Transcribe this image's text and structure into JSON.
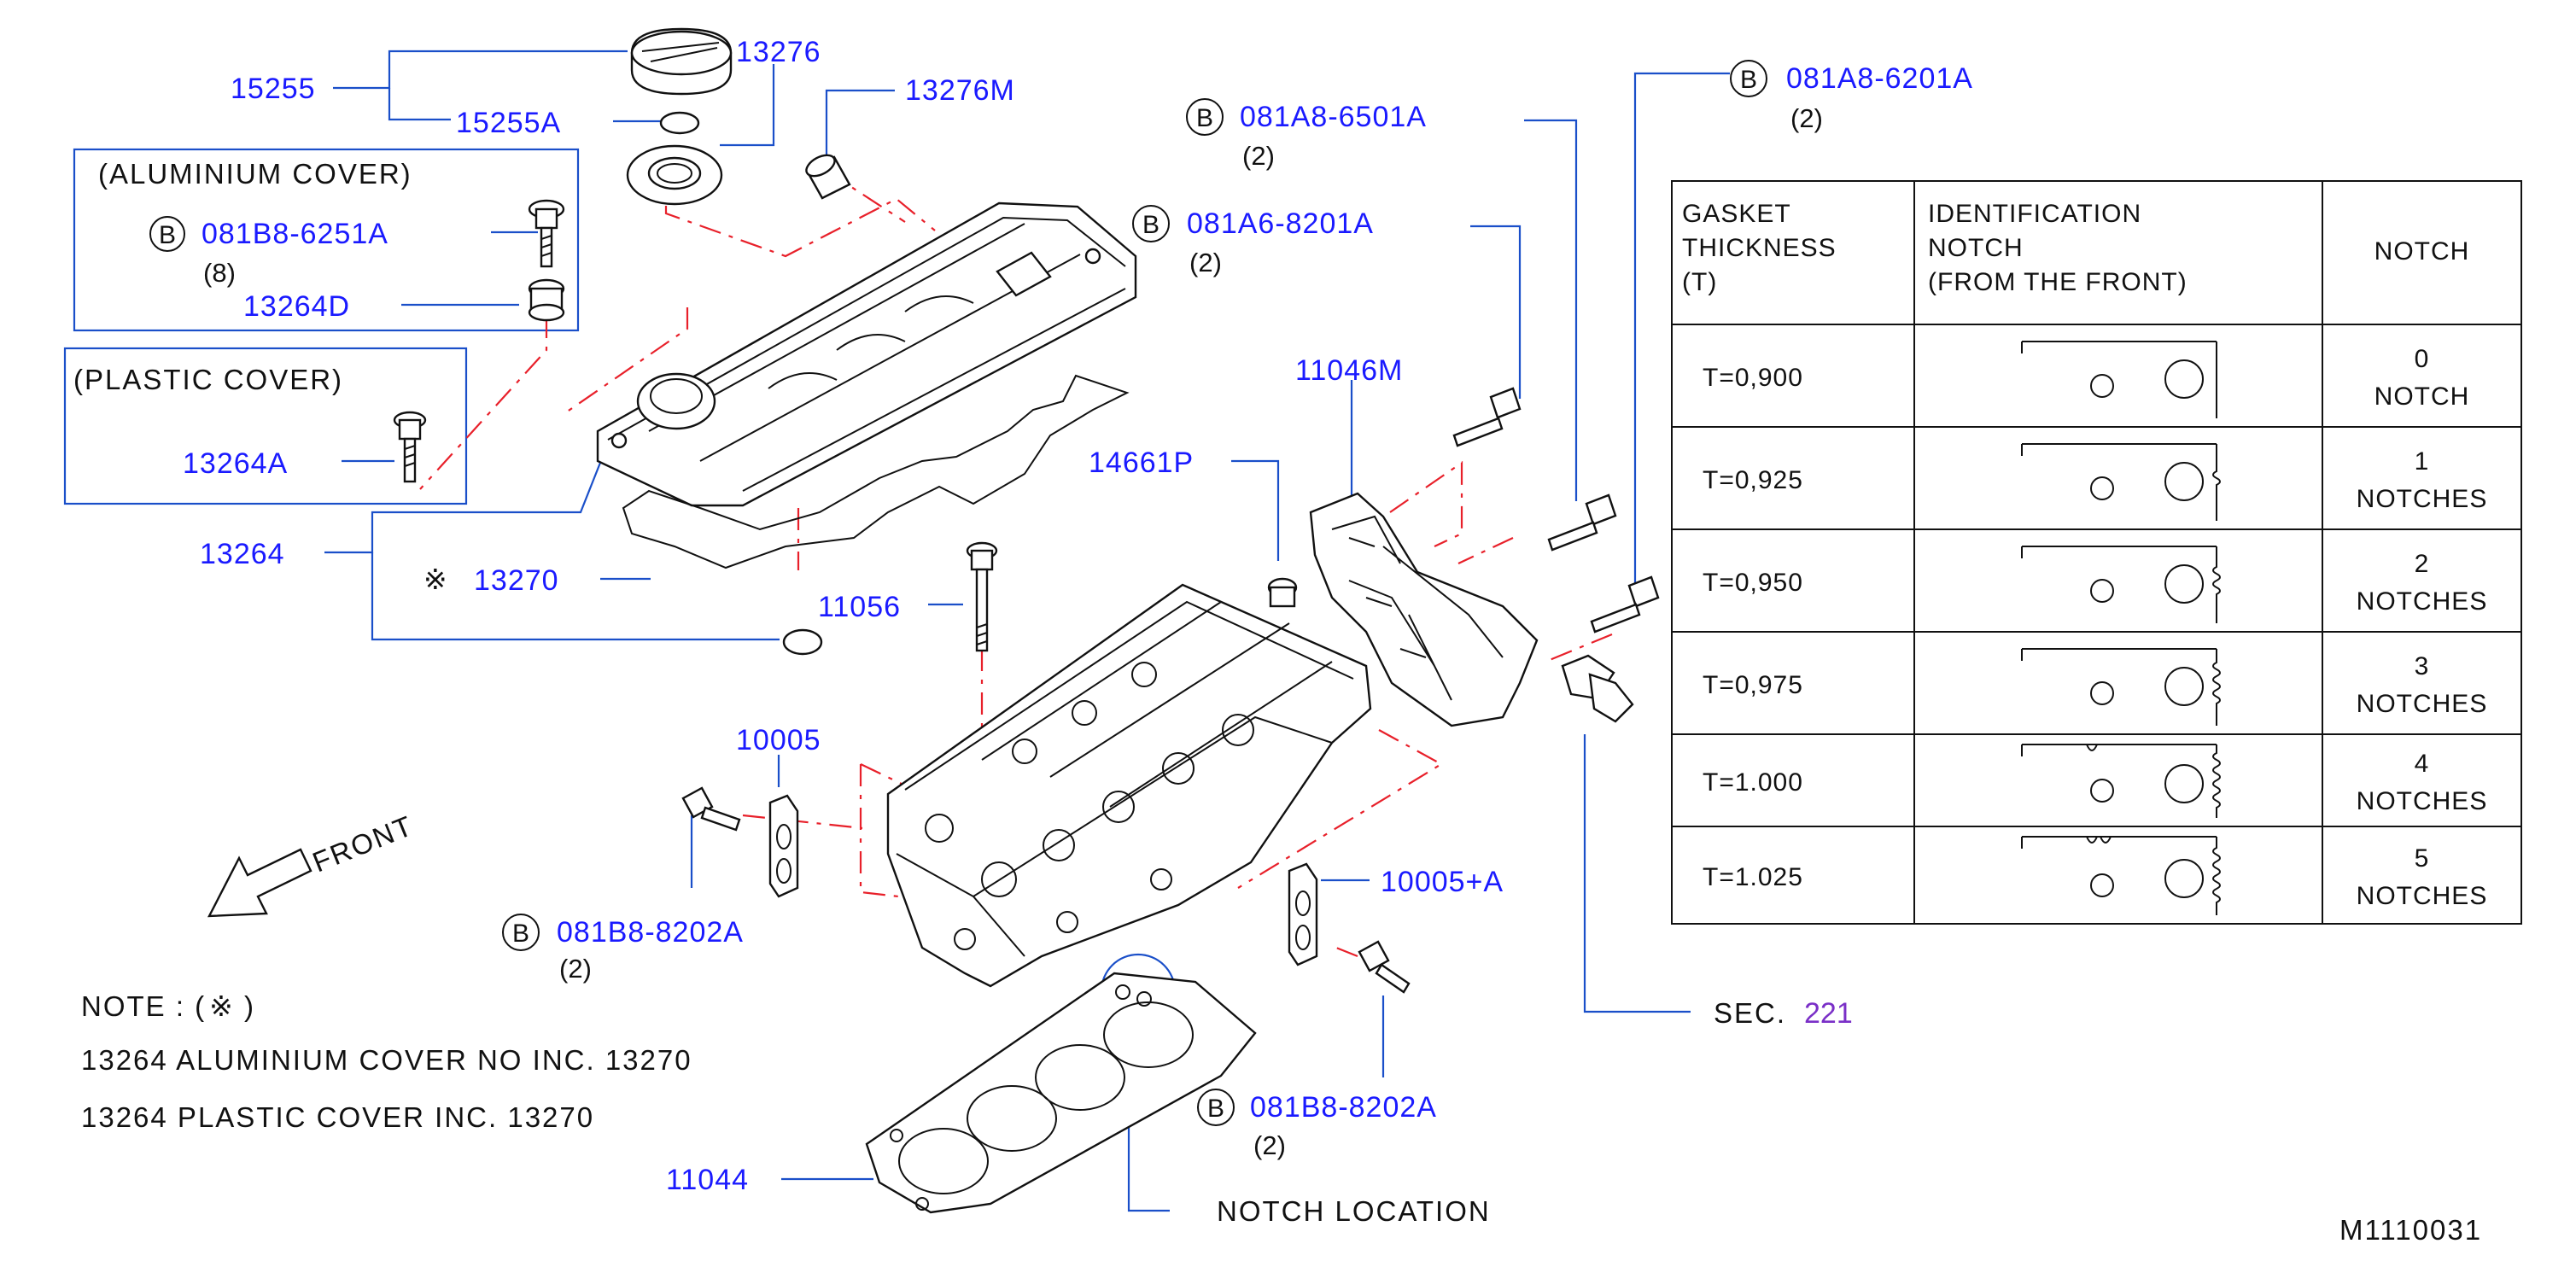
{
  "labels": {
    "p15255": "15255",
    "p15255a": "15255A",
    "p13276": "13276",
    "p13276m": "13276M",
    "alu_cover": "(ALUMINIUM  COVER)",
    "alu_bolt": "081B8-6251A",
    "alu_bolt_qty": "(8)",
    "p13264d": "13264D",
    "plastic_cover": "(PLASTIC  COVER)",
    "p13264a": "13264A",
    "p13264": "13264",
    "p13270": "13270",
    "p11056": "11056",
    "p10005": "10005",
    "p081b8_8202a_l": "081B8-8202A",
    "p081b8_8202a_l_qty": "(2)",
    "p081a8_6501a": "081A8-6501A",
    "p081a8_6501a_qty": "(2)",
    "p081a6_8201a": "081A6-8201A",
    "p081a6_8201a_qty": "(2)",
    "p11046m": "11046M",
    "p14661p": "14661P",
    "p081a8_6201a": "081A8-6201A",
    "p081a8_6201a_qty": "(2)",
    "p10005a": "10005+A",
    "p081b8_8202a_r": "081B8-8202A",
    "p081b8_8202a_r_qty": "(2)",
    "p11044": "11044",
    "notch_location": "NOTCH   LOCATION",
    "sec_prefix": "SEC.",
    "sec_number": "221",
    "front": "FRONT",
    "bolt_marker": "B",
    "diagram_id": "M1110031"
  },
  "note": {
    "title": "NOTE   :   (",
    "title_close": "  )",
    "line1": "13264   ALUMINIUM   COVER   NO   INC.   13270",
    "line2": "13264   PLASTIC   COVER   INC.   13270"
  },
  "gasket_table": {
    "headers": {
      "col1": [
        "GASKET",
        "THICKNESS",
        "(T)"
      ],
      "col2": [
        "IDENTIFICATION",
        "NOTCH",
        "(FROM   THE   FRONT)"
      ],
      "col3": "NOTCH"
    },
    "rows": [
      {
        "thickness": "T=0,900",
        "count": "0",
        "word": "NOTCH",
        "notches": 0
      },
      {
        "thickness": "T=0,925",
        "count": "1",
        "word": "NOTCHES",
        "notches": 1
      },
      {
        "thickness": "T=0,950",
        "count": "2",
        "word": "NOTCHES",
        "notches": 2
      },
      {
        "thickness": "T=0,975",
        "count": "3",
        "word": "NOTCHES",
        "notches": 3
      },
      {
        "thickness": "T=1.000",
        "count": "4",
        "word": "NOTCHES",
        "notches": 4
      },
      {
        "thickness": "T=1.025",
        "count": "5",
        "word": "NOTCHES",
        "notches": 5
      }
    ]
  },
  "colors": {
    "part_number": "#1a1aff",
    "leader": "#1a4fc9",
    "centerline": "#e8202a",
    "section_ref": "#7a2fc7"
  }
}
